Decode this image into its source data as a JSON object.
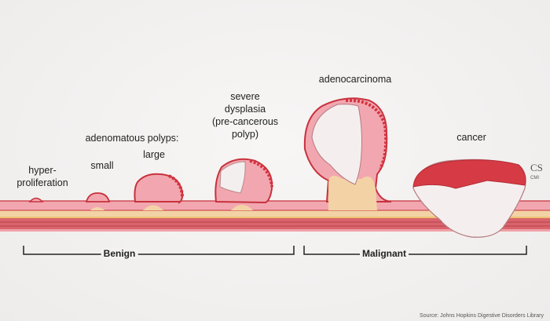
{
  "labels": {
    "hyperproliferation": [
      "hyper-",
      "proliferation"
    ],
    "adenomatous_polyps": "adenomatous polyps:",
    "small": "small",
    "large": "large",
    "severe_dysplasia": [
      "severe",
      "dysplasia",
      "(pre-cancerous",
      "polyp)"
    ],
    "adenocarcinoma": "adenocarcinoma",
    "cancer": "cancer"
  },
  "brackets": {
    "benign": "Benign",
    "malignant": "Malignant"
  },
  "logo": {
    "text": "CS",
    "sub": "CMI"
  },
  "source": "Source: Johns Hopkins Digestive Disorders Library",
  "colors": {
    "mucosa": "#f2a7b0",
    "polyp_edge": "#c7323d",
    "submucosa": "#f3d3a6",
    "muscle": "#d9646c",
    "tumor": "#f4efee"
  }
}
